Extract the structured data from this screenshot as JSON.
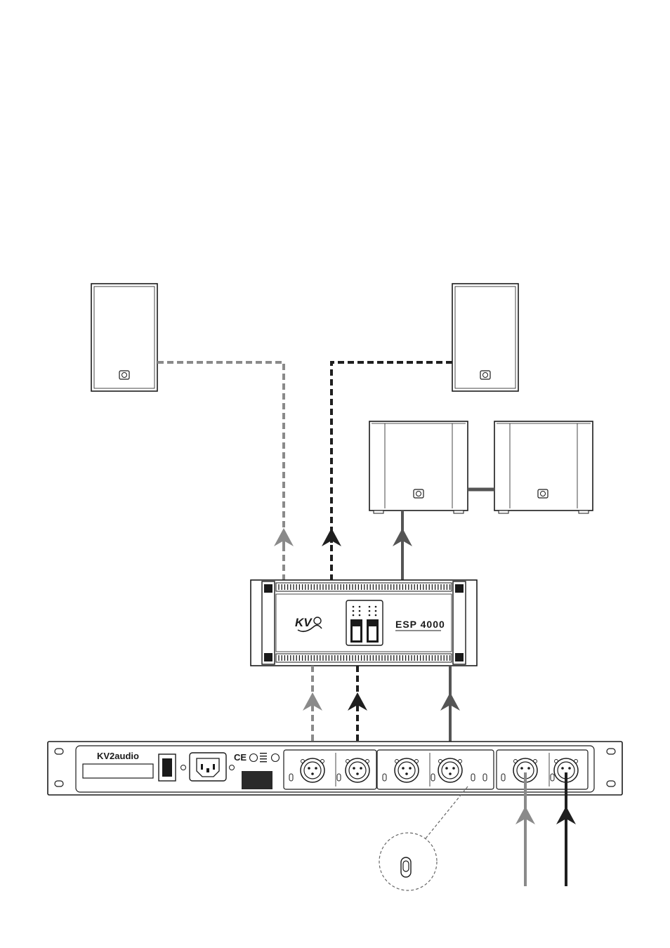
{
  "processor": {
    "brand": "KV2audio"
  },
  "amplifier": {
    "logo_text": "KV",
    "model": "ESP 4000"
  },
  "certification": {
    "ce_mark": "CE"
  },
  "colors": {
    "signal_light": "#8a8a8a",
    "signal_dark": "#1f1f1f",
    "signal_medium": "#555555",
    "outline": "#1a1a1a"
  },
  "icons": {
    "top_speaker_logo": "kv2-badge-icon",
    "sub_logo": "kv2-badge-icon",
    "toggle": "toggle-switch-icon",
    "xlr": "xlr-connector-icon",
    "iec": "iec-power-inlet-icon"
  }
}
